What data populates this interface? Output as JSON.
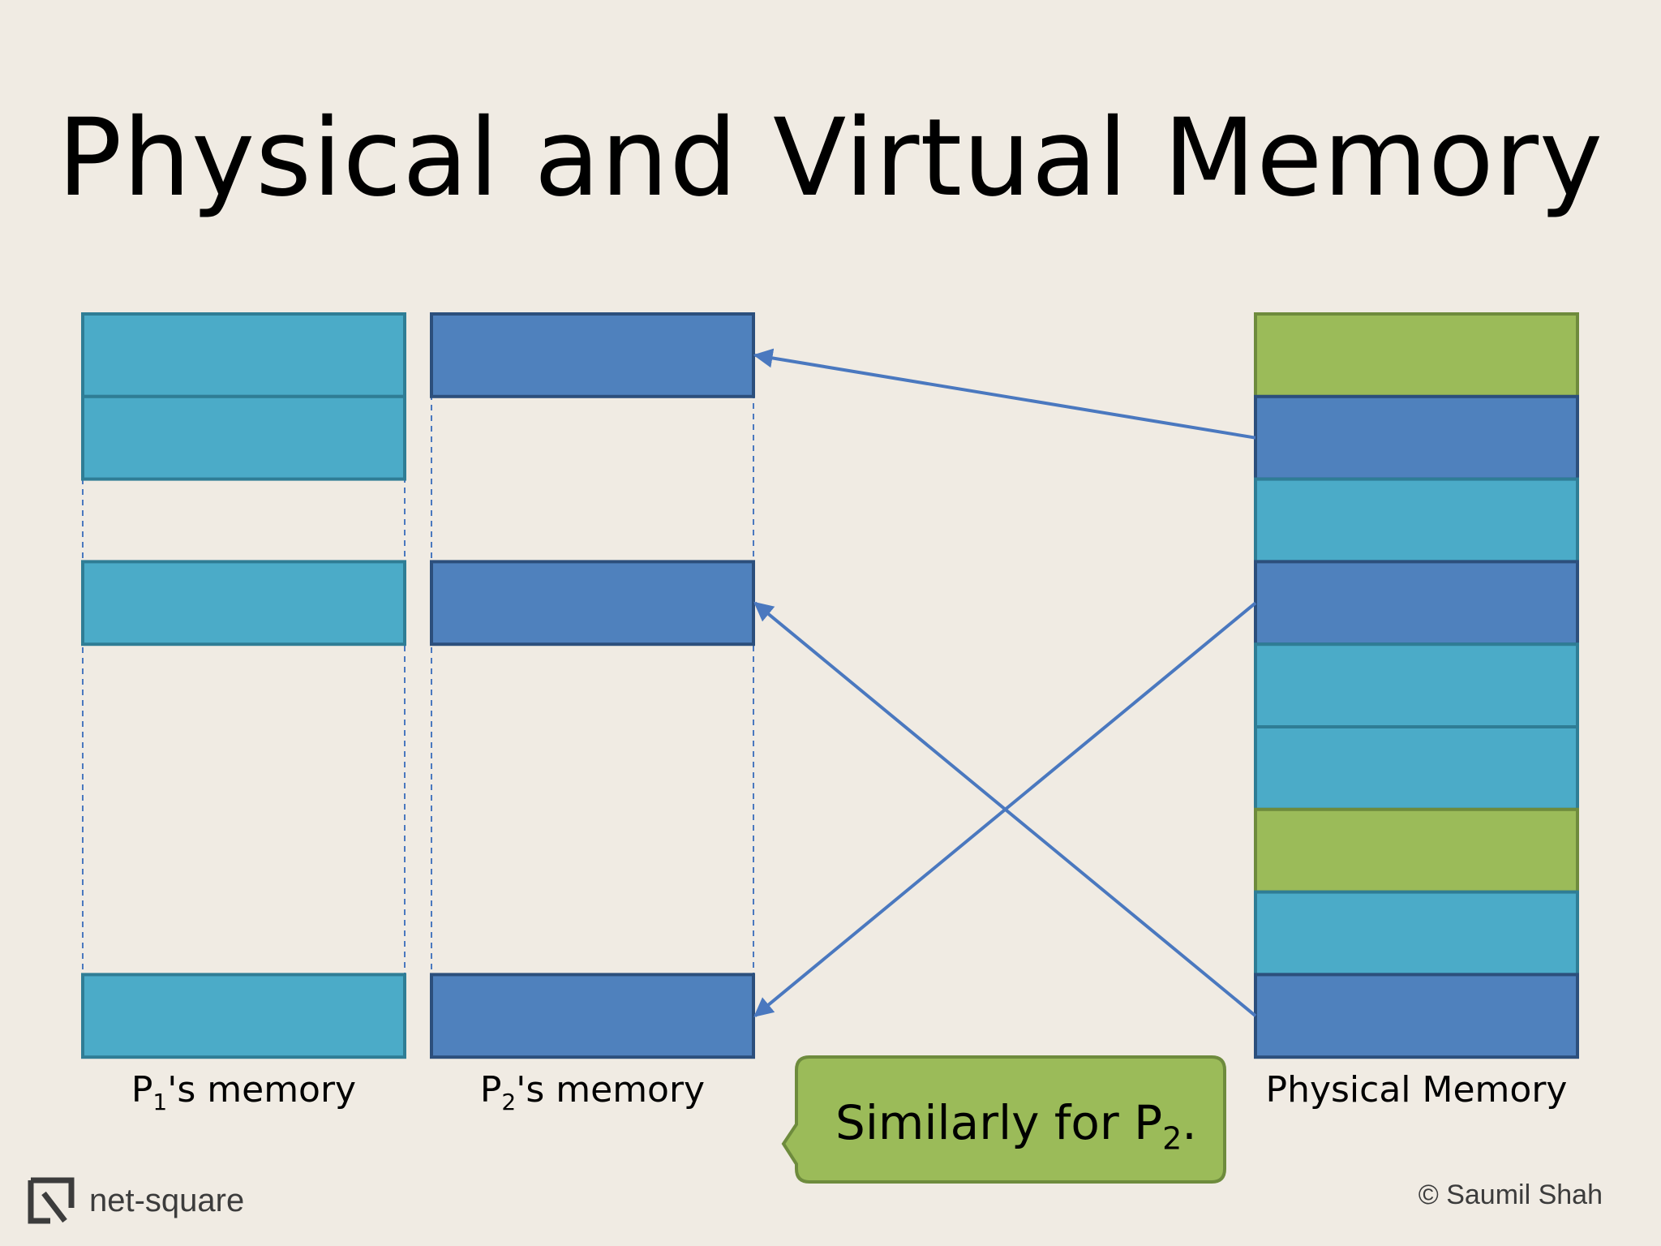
{
  "slide": {
    "title": "Physical and Virtual Memory"
  },
  "columns": {
    "p1": {
      "label_prefix": "P",
      "label_sub": "1",
      "label_suffix": "'s memory"
    },
    "p2": {
      "label_prefix": "P",
      "label_sub": "2",
      "label_suffix": "'s memory"
    },
    "physical": {
      "label": "Physical Memory"
    }
  },
  "callout": {
    "text_prefix": "Similarly for P",
    "text_sub": "2",
    "text_suffix": "."
  },
  "footer": {
    "brand": "net-square",
    "copyright": "© Saumil Shah"
  },
  "colors": {
    "background": "#f0ebe3",
    "p1_block": "#4babc8",
    "p1_border": "#2f7d95",
    "p2_block": "#4f81bd",
    "p2_border": "#2c4f7c",
    "green_block": "#9bbb59",
    "green_border": "#6e8b3d",
    "arrow": "#4a78bf",
    "callout_fill": "#9bbb59",
    "callout_border": "#6e8b3d"
  },
  "physical_blocks": [
    "green",
    "p2",
    "p1",
    "p2",
    "p1",
    "p1",
    "green",
    "p1",
    "p2"
  ],
  "p1_blocks": [
    0,
    1,
    3,
    8
  ],
  "p2_blocks": [
    0,
    3,
    8
  ],
  "mappings": [
    {
      "from_physical_slot": 1,
      "to_p2_slot": 0
    },
    {
      "from_physical_slot": 3,
      "to_p2_slot": 8
    },
    {
      "from_physical_slot": 8,
      "to_p2_slot": 3
    }
  ]
}
